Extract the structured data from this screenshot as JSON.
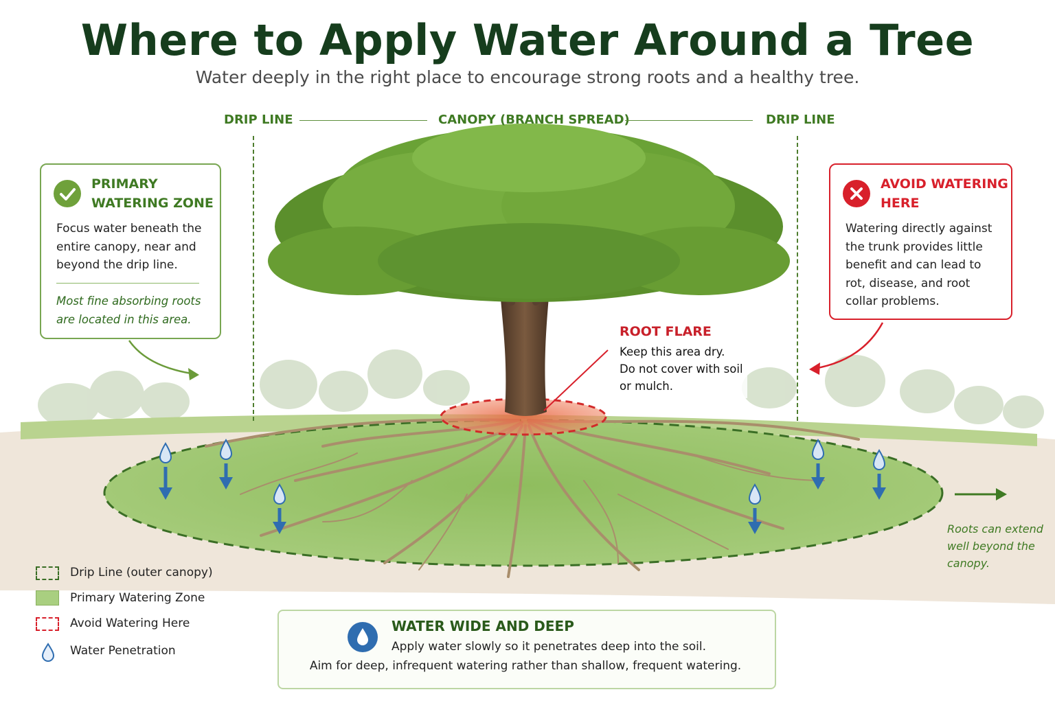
{
  "title": "Where to Apply Water Around a Tree",
  "subtitle": "Water deeply in the right place to encourage strong roots and a healthy tree.",
  "top_labels": {
    "drip_left": "DRIP LINE",
    "canopy": "CANOPY (BRANCH SPREAD)",
    "drip_right": "DRIP LINE"
  },
  "primary_zone": {
    "title_line1": "PRIMARY",
    "title_line2": "WATERING ZONE",
    "body": [
      "Focus water beneath the",
      "entire canopy, near and",
      "beyond the drip line."
    ],
    "note": [
      "Most fine absorbing roots",
      "are located in this area."
    ]
  },
  "avoid_zone": {
    "title_line1": "AVOID WATERING",
    "title_line2": "HERE",
    "body": [
      "Watering directly against",
      "the trunk provides little",
      "benefit and can lead to",
      "rot, disease, and root",
      "collar problems."
    ]
  },
  "root_flare": {
    "title": "ROOT FLARE",
    "body": [
      "Keep this area dry.",
      "Do not cover with soil",
      "or mulch."
    ]
  },
  "roots_note": [
    "Roots can extend",
    "well beyond the",
    "canopy."
  ],
  "legend": [
    {
      "label": "Drip Line (outer canopy)",
      "icon": "dashed-green-box"
    },
    {
      "label": "Primary Watering Zone",
      "icon": "green-fill-box"
    },
    {
      "label": "Avoid Watering Here",
      "icon": "dashed-red-box"
    },
    {
      "label": "Water Penetration",
      "icon": "water-drop-icon"
    }
  ],
  "bottom": {
    "title": "WATER WIDE AND DEEP",
    "line1": "Apply water slowly so it penetrates deep into the soil.",
    "line2": "Aim for deep, infrequent watering rather than shallow, frequent watering."
  },
  "colors": {
    "green_dark": "#163d1d",
    "green_accent": "#3f7a23",
    "red_accent": "#d8202b",
    "water_blue": "#2f6db0",
    "zone_fill": "#9cc66b"
  }
}
